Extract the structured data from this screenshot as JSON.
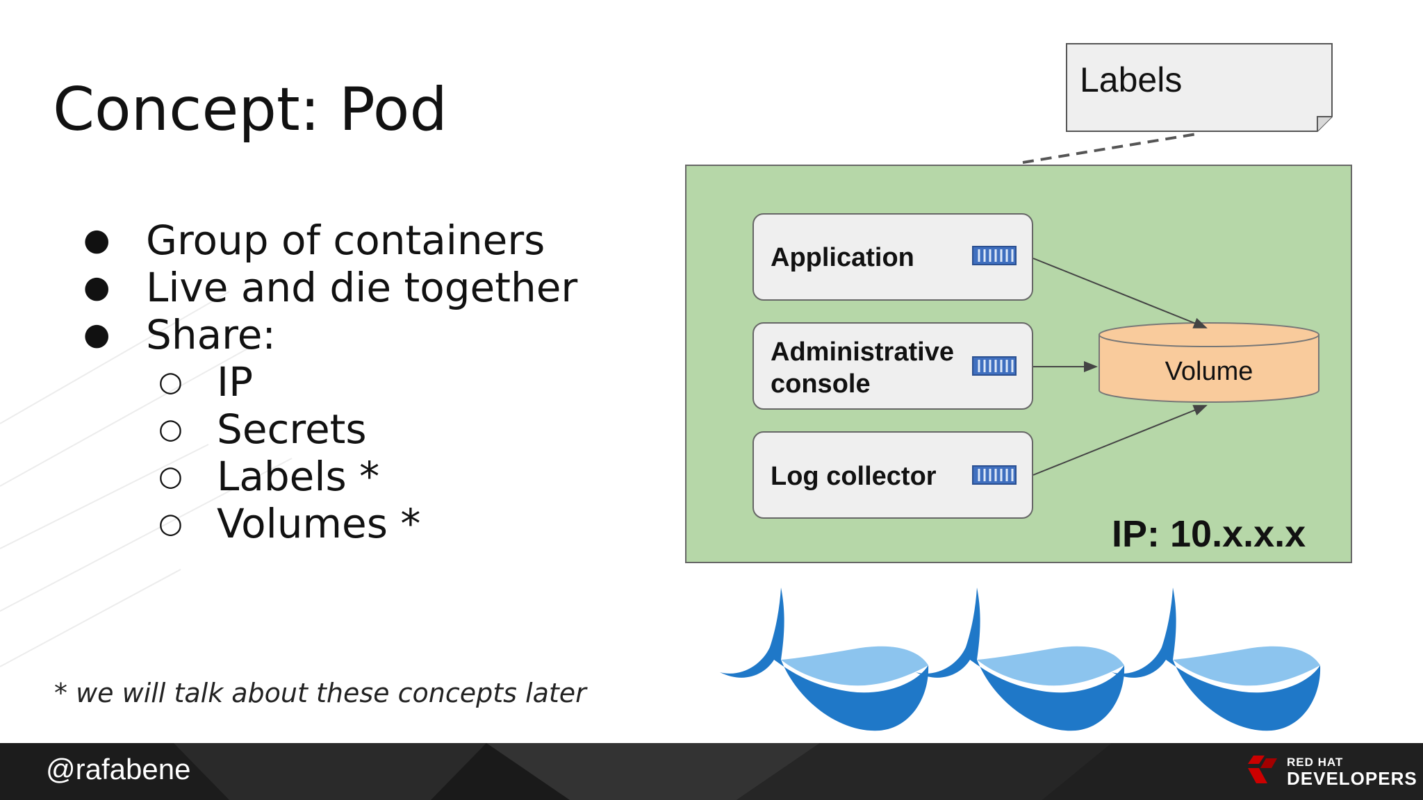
{
  "slide": {
    "title": "Concept: Pod",
    "bullets": [
      "Group of containers",
      "Live and die together",
      "Share:"
    ],
    "sub_bullets": [
      "IP",
      "Secrets",
      "Labels *",
      "Volumes *"
    ],
    "footnote": "* we will talk about these concepts later"
  },
  "diagram": {
    "labels_note": "Labels",
    "containers": [
      {
        "line1": "Application",
        "line2": ""
      },
      {
        "line1": "Administrative",
        "line2": "console"
      },
      {
        "line1": "Log collector",
        "line2": ""
      }
    ],
    "volume": "Volume",
    "ip": "IP: 10.x.x.x",
    "colors": {
      "pod": "#b6d7a8",
      "container": "#efefef",
      "volume": "#f9cb9c",
      "whale_dark": "#1f78c8",
      "whale_light": "#8cc4ee"
    },
    "icons": [
      "container-icon",
      "whale-icon"
    ]
  },
  "footer": {
    "handle": "@rafabene",
    "brand_line1": "RED HAT",
    "brand_line2": "DEVELOPERS"
  }
}
